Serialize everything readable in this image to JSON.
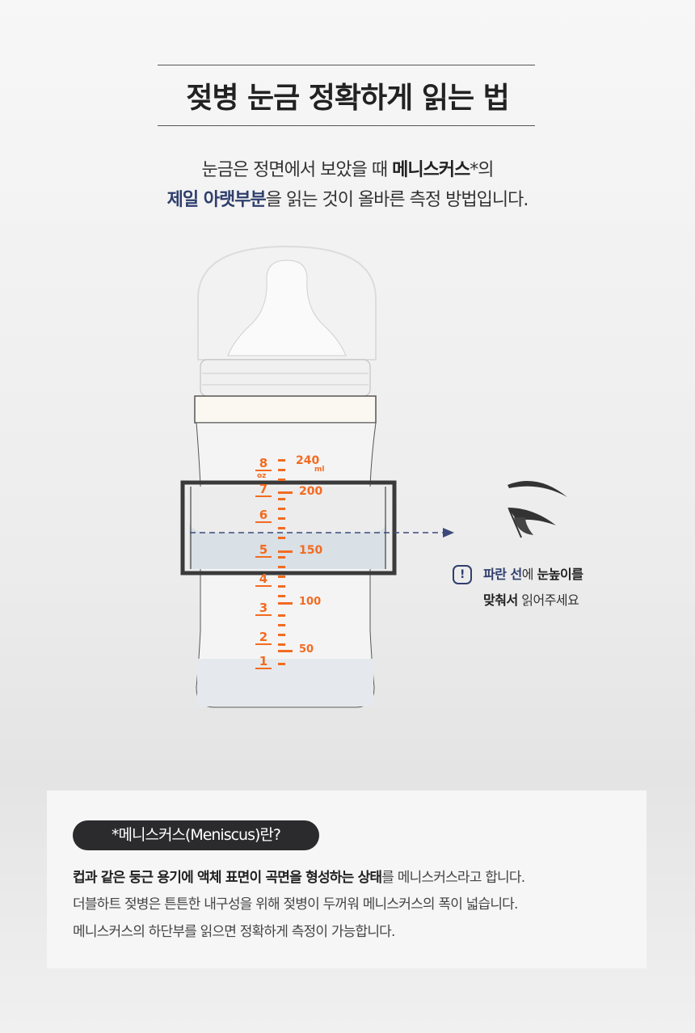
{
  "title": "젖병 눈금 정확하게 읽는 법",
  "subtitle": {
    "line1_a": "눈금은 정면에서 보았을 때 ",
    "line1_b": "메니스커스",
    "line1_c": "*의",
    "line2_a": "제일 아랫부분",
    "line2_b": "을 읽는 것이 올바른 측정 방법입니다."
  },
  "scale": {
    "oz_labels": [
      "8",
      "7",
      "6",
      "5",
      "4",
      "3",
      "2",
      "1"
    ],
    "oz_unit": "oz",
    "ml_labels": [
      "240",
      "200",
      "150",
      "100",
      "50"
    ],
    "ml_unit": "ml",
    "color": "#f26b21"
  },
  "note": {
    "icon": "exclamation-icon",
    "a": "파란 선",
    "b": "에 ",
    "c": "눈높이를",
    "d": "맞춰서",
    "e": " 읽어주세요"
  },
  "info": {
    "pill": "*메니스커스(Meniscus)란?",
    "line1_bold": "컵과 같은 둥근 용기에 액체 표면이 곡면을 형성하는 상태",
    "line1_rest": "를 메니스커스라고 합니다.",
    "line2": "더블하트 젖병은 튼튼한 내구성을 위해 젖병이 두꺼워  메니스커스의 폭이 넓습니다.",
    "line3": "메니스커스의 하단부를 읽으면 정확하게 측정이 가능합니다."
  },
  "colors": {
    "accent": "#2f3f6d",
    "scale": "#f26b21"
  }
}
